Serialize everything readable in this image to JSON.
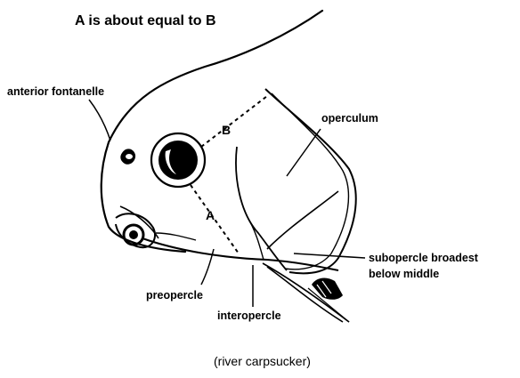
{
  "heading": "A is about equal to B",
  "labels": {
    "anterior_fontanelle": "anterior fontanelle",
    "operculum": "operculum",
    "subopercle": "subopercle broadest",
    "subopercle_2": "below middle",
    "preopercle": "preopercle",
    "interopercle": "interopercle",
    "dimension_a": "A",
    "dimension_b": "B"
  },
  "caption": "(river carpsucker)",
  "colors": {
    "ink": "#000000",
    "paper": "#ffffff"
  }
}
